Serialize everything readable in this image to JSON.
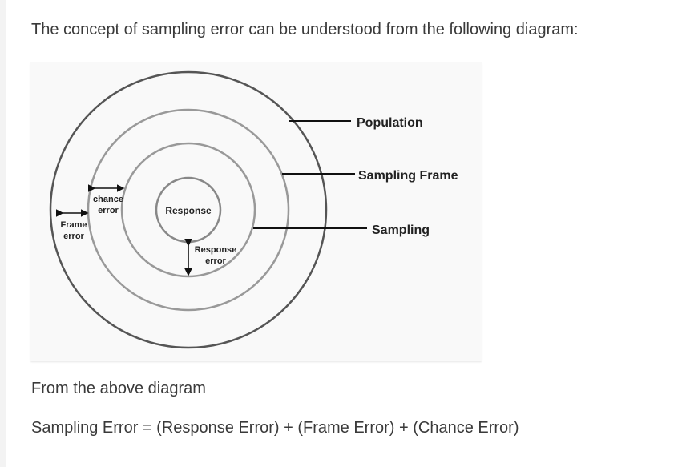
{
  "intro": "The concept of sampling error can be understood from the following diagram:",
  "diagram": {
    "labels": {
      "population": "Population",
      "sampling_frame": "Sampling Frame",
      "sampling": "Sampling",
      "response": "Response",
      "chance_error_1": "chance",
      "chance_error_2": "error",
      "frame_error_1": "Frame",
      "frame_error_2": "error",
      "response_error_1": "Response",
      "response_error_2": "error"
    }
  },
  "after": "From the above diagram",
  "formula": "Sampling Error = (Response Error) + (Frame Error) + (Chance Error)"
}
